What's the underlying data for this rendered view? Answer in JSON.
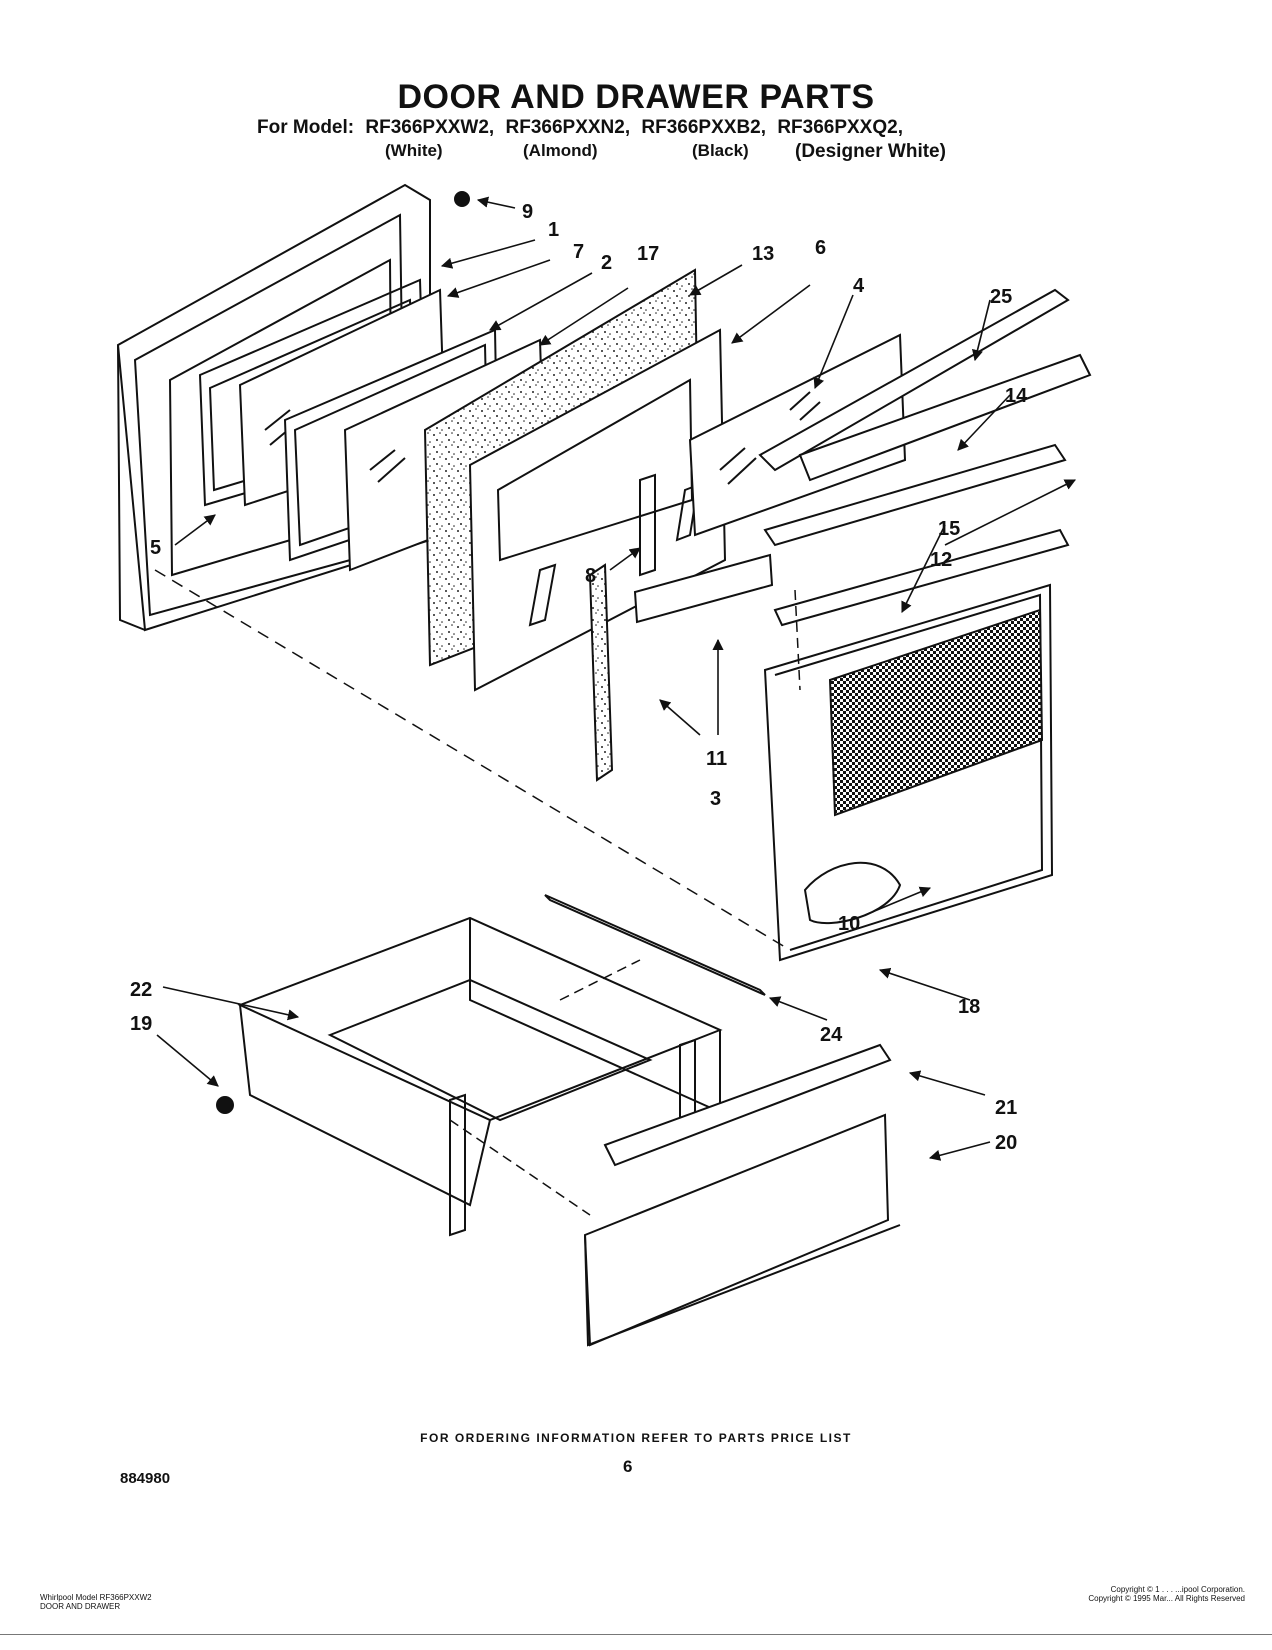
{
  "header": {
    "title": "DOOR AND DRAWER PARTS",
    "model_prefix": "For Model:",
    "models": [
      "RF366PXXW2,",
      "RF366PXXN2,",
      "RF366PXXB2,",
      "RF366PXXQ2,"
    ],
    "colors": [
      "(White)",
      "(Almond)",
      "(Black)",
      "(Designer White)"
    ]
  },
  "callouts": [
    "1",
    "2",
    "3",
    "4",
    "5",
    "6",
    "7",
    "8",
    "9",
    "10",
    "11",
    "12",
    "13",
    "14",
    "15",
    "17",
    "18",
    "19",
    "20",
    "21",
    "22",
    "24",
    "25"
  ],
  "footer": {
    "ordering_note": "FOR ORDERING INFORMATION REFER TO PARTS PRICE LIST",
    "page_number": "6",
    "document_number": "884980",
    "model_line1": "Whirlpool Model RF366PXXW2",
    "model_line2": "DOOR AND DRAWER",
    "copyright_line1": "Copyright © 1 . . .   ...ipool Corporation.",
    "copyright_line2": "Copyright © 1995 Mar...   All Rights Reserved"
  }
}
